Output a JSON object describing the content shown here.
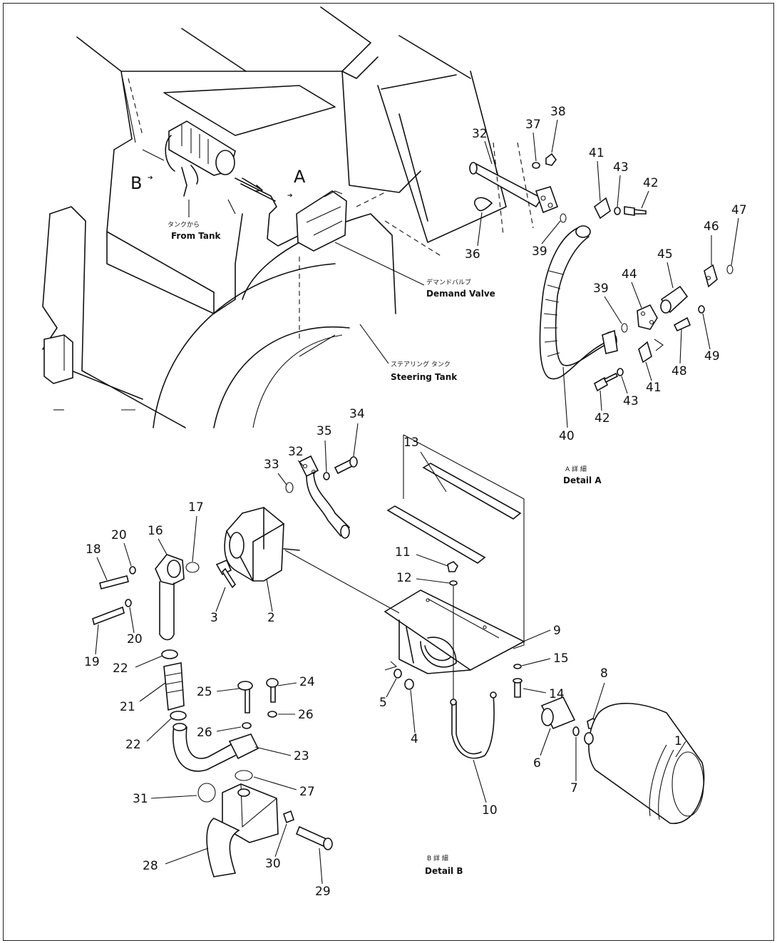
{
  "views": {
    "A": "A",
    "B": "B"
  },
  "labels": {
    "from_tank_jp": "タンクから",
    "from_tank": "From Tank",
    "demand_valve_jp": "デマンドバルブ",
    "demand_valve": "Demand Valve",
    "steering_tank_jp": "ステアリング タンク",
    "steering_tank": "Steering Tank",
    "detail_a_jp": "A 詳 細",
    "detail_a": "Detail A",
    "detail_b_jp": "B 詳 細",
    "detail_b": "Detail B"
  },
  "callouts": {
    "p1": "1",
    "p2": "2",
    "p3": "3",
    "p4": "4",
    "p5": "5",
    "p6": "6",
    "p7": "7",
    "p8": "8",
    "p9": "9",
    "p10": "10",
    "p11": "11",
    "p12": "12",
    "p13": "13",
    "p14": "14",
    "p15": "15",
    "p16": "16",
    "p17": "17",
    "p18": "18",
    "p19": "19",
    "p20a": "20",
    "p20b": "20",
    "p21": "21",
    "p22a": "22",
    "p22b": "22",
    "p23": "23",
    "p24": "24",
    "p25": "25",
    "p26a": "26",
    "p26b": "26",
    "p27": "27",
    "p28": "28",
    "p29": "29",
    "p30": "30",
    "p31": "31",
    "p32b": "32",
    "p33": "33",
    "p34": "34",
    "p35": "35",
    "p32a": "32",
    "p36": "36",
    "p37": "37",
    "p38": "38",
    "p39a": "39",
    "p39b": "39",
    "p40": "40",
    "p41a": "41",
    "p41b": "41",
    "p42a": "42",
    "p42b": "42",
    "p43a": "43",
    "p43b": "43",
    "p44": "44",
    "p45": "45",
    "p46": "46",
    "p47": "47",
    "p48": "48",
    "p49": "49"
  }
}
